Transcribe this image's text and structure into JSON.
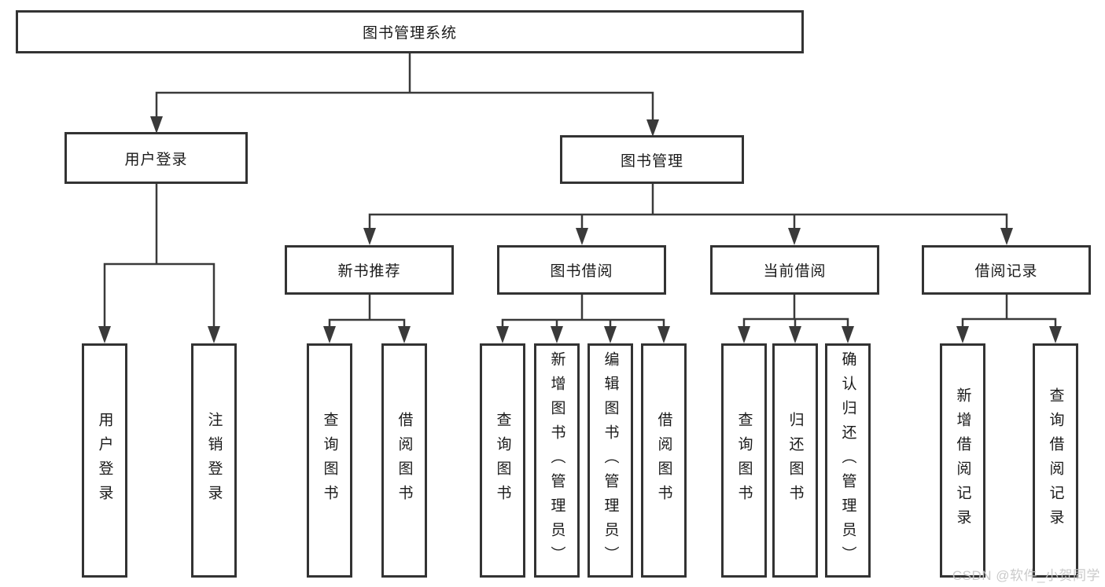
{
  "tree": {
    "root": {
      "label": "图书管理系统"
    },
    "level1": [
      {
        "label": "用户登录",
        "leaves": [
          "用户登录",
          "注销登录"
        ]
      },
      {
        "label": "图书管理",
        "sections": [
          {
            "label": "新书推荐",
            "leaves": [
              "查询图书",
              "借阅图书"
            ]
          },
          {
            "label": "图书借阅",
            "leaves": [
              "查询图书",
              "新增图书（管理员）",
              "编辑图书（管理员）",
              "借阅图书"
            ]
          },
          {
            "label": "当前借阅",
            "leaves": [
              "查询图书",
              "归还图书",
              "确认归还（管理员）"
            ]
          },
          {
            "label": "借阅记录",
            "leaves": [
              "新增借阅记录",
              "查询借阅记录"
            ]
          }
        ]
      }
    ]
  },
  "watermark": {
    "text": "CSDN @软件_小贺同学"
  },
  "colors": {
    "line": "#3a3a3a",
    "box_border": "#333333",
    "text": "#1a1a1a",
    "background": "#ffffff",
    "watermark": "#c5c5c5"
  }
}
